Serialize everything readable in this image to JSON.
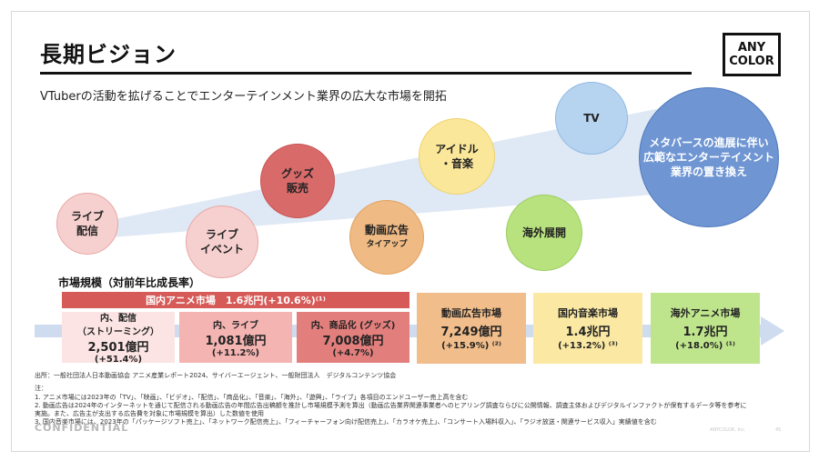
{
  "header": {
    "title": "長期ビジョン",
    "subtitle": "VTuberの活動を拡げることでエンターテインメント業界の広大な市場を開拓"
  },
  "logo": {
    "line1": "ANY",
    "line2": "COLOR"
  },
  "circles": [
    {
      "label": "ライブ\n配信"
    },
    {
      "label": "ライブ\nイベント"
    },
    {
      "label": "グッズ\n販売"
    },
    {
      "label": "動画広告",
      "sub": "タイアップ"
    },
    {
      "label": "アイドル\n・音楽"
    },
    {
      "label": "海外展開"
    },
    {
      "label": "TV"
    },
    {
      "label": "メタバースの進展に伴い\n広範なエンターテイメント\n業界の置き換え"
    }
  ],
  "market": {
    "title": "市場規模（対前年比成長率）",
    "anime_banner": "国内アニメ市場　1.6兆円(+10.6%)⁽¹⁾",
    "sub_boxes": [
      {
        "line1": "内、配信",
        "line2": "（ストリーミング）",
        "value": "2,501億円",
        "growth": "(+51.4%)"
      },
      {
        "line1": "内、ライブ",
        "line2": "",
        "value": "1,081億円",
        "growth": "(+11.2%)"
      },
      {
        "line1": "内、商品化 (グッズ)",
        "line2": "",
        "value": "7,008億円",
        "growth": "(+4.7%)"
      }
    ],
    "big_boxes": [
      {
        "title": "動画広告市場",
        "value": "7,249億円",
        "growth": "(+15.9%) ⁽²⁾"
      },
      {
        "title": "国内音楽市場",
        "value": "1.4兆円",
        "growth": "(+13.2%) ⁽³⁾"
      },
      {
        "title": "海外アニメ市場",
        "value": "1.7兆円",
        "growth": "(+18.0%) ⁽¹⁾"
      }
    ]
  },
  "footnotes": {
    "source": "出所：一般社団法人日本動画協会 アニメ産業レポート2024、サイバーエージェント、一般財団法人　デジタルコンテンツ協会",
    "note_label": "注：",
    "n1": "1. アニメ市場には2023年の「TV」、「映画」、「ビデオ」、「配信」、「商品化」、「音楽」、「海外」、「遊興」、「ライブ」各項目のエンドユーザー売上高を含む",
    "n2a": "2. 動画広告は2024年のインターネットを通じて配信される動画広告の年間広告出稿額を推計し市場規模予測を算出（動画広告業界関連事業者へのヒアリング調査ならびに公開情報、調査主体およびデジタルインファクトが保有するデータ等を参考に",
    "n2b": "実施。また、広告主が支出する広告費を対象に市場規模を算出）した数値を使用",
    "n3": "3. 国内音楽市場には、2023年の「パッケージソフト売上」、「ネットワーク配信売上」、「フィーチャーフォン向け配信売上」、「カラオケ売上」、「コンサート入場料収入」、「ラジオ放送・関連サービス収入」実績値を含む"
  },
  "footer": {
    "confidential": "CONFIDENTIAL",
    "brand": "ANYCOLOR, Inc.",
    "page": "45"
  },
  "colors": {
    "accent_red": "#d65a57",
    "big_circle": "#6f96d3"
  }
}
